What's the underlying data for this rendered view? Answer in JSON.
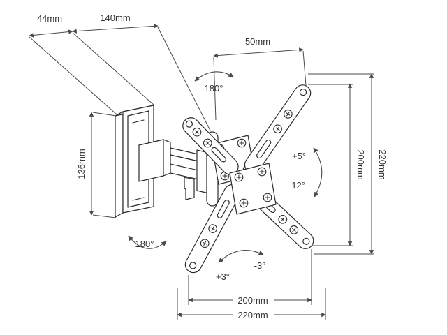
{
  "colors": {
    "line": "#2b2b2b",
    "dim": "#4a4a4a",
    "text": "#333333",
    "background": "#ffffff"
  },
  "dimensions": {
    "plate_depth": "44mm",
    "arm_length": "140mm",
    "profile": "50mm",
    "plate_height": "136mm",
    "right_inner": "200mm",
    "right_outer": "220mm",
    "bottom_inner": "200mm",
    "bottom_outer": "220mm"
  },
  "angles": {
    "swivel_top": "180°",
    "swivel_bottom": "180°",
    "tilt_up": "+5°",
    "tilt_down": "-12°",
    "rotation_plus": "+3°",
    "rotation_minus": "-3°"
  }
}
